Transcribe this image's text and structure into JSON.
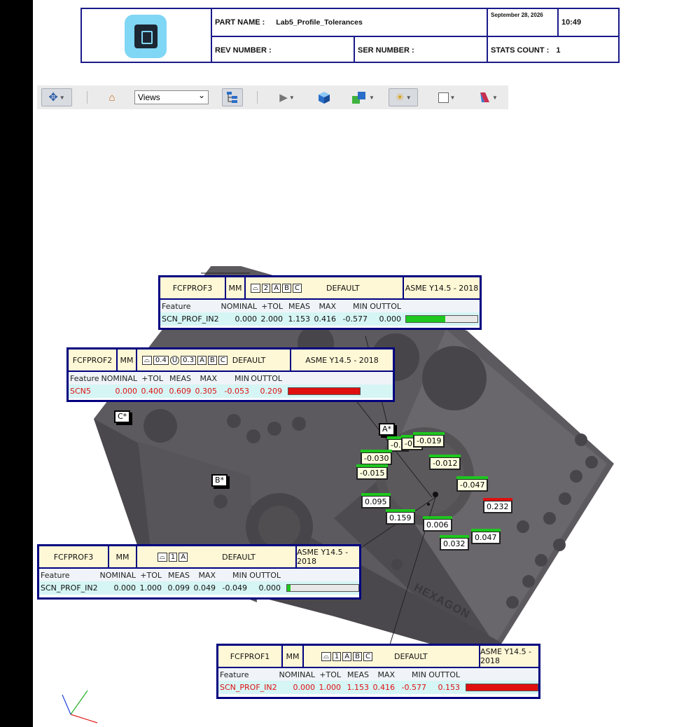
{
  "header": {
    "part_name_label": "PART NAME :",
    "part_name_value": "Lab5_Profile_Tolerances",
    "date": "September 28, 2026",
    "time": "10:49",
    "rev_label": "REV NUMBER :",
    "ser_label": "SER NUMBER :",
    "stats_label": "STATS COUNT :",
    "stats_value": "1",
    "logo_icon": "app-logo-icon",
    "border_color": "#1a1a8a"
  },
  "toolbar": {
    "views_select": "Views",
    "icons": [
      "pan-rotate-icon",
      "home-icon",
      "views-select",
      "tree-view-icon",
      "play-icon",
      "cube-view-icon",
      "multi-cube-icon",
      "light-icon",
      "square-icon",
      "clip-icon"
    ]
  },
  "columns": [
    "Feature",
    "NOMINAL",
    "+TOL",
    "MEAS",
    "MAX",
    "MIN",
    "OUTTOL"
  ],
  "callouts": [
    {
      "id": "fcfprof3-a",
      "name": "FCFPROF3",
      "units": "MM",
      "symbol": "⌓",
      "tol": [
        "2",
        "A",
        "B",
        "C"
      ],
      "mode": "DEFAULT",
      "std": "ASME Y14.5 - 2018",
      "feature": "SCN_PROF_IN2",
      "nominal": "0.000",
      "plus_tol": "2.000",
      "meas": "1.153",
      "max": "0.416",
      "min": "-0.577",
      "outtol": "0.000",
      "status": "pass",
      "bar_fraction": 0.55,
      "bar_color": "#1ec81e"
    },
    {
      "id": "fcfprof2",
      "name": "FCFPROF2",
      "units": "MM",
      "symbol": "⌓",
      "tol": [
        "0.4",
        "U",
        "0.3",
        "A",
        "B",
        "C"
      ],
      "mode": "DEFAULT",
      "std": "ASME Y14.5 - 2018",
      "feature": "SCN5",
      "nominal": "0.000",
      "plus_tol": "0.400",
      "meas": "0.609",
      "max": "0.305",
      "min": "-0.053",
      "outtol": "0.209",
      "status": "fail",
      "bar_fraction": 1.0,
      "bar_color": "#e01010"
    },
    {
      "id": "fcfprof3-b",
      "name": "FCFPROF3",
      "units": "MM",
      "symbol": "⌓",
      "tol": [
        "1",
        "A"
      ],
      "mode": "DEFAULT",
      "std": "ASME Y14.5 - 2018",
      "feature": "SCN_PROF_IN2",
      "nominal": "0.000",
      "plus_tol": "1.000",
      "meas": "0.099",
      "max": "0.049",
      "min": "-0.049",
      "outtol": "0.000",
      "status": "pass",
      "bar_fraction": 0.05,
      "bar_color": "#1ec81e"
    },
    {
      "id": "fcfprof1",
      "name": "FCFPROF1",
      "units": "MM",
      "symbol": "⌓",
      "tol": [
        "1",
        "A",
        "B",
        "C"
      ],
      "mode": "DEFAULT",
      "std": "ASME Y14.5 - 2018",
      "feature": "SCN_PROF_IN2",
      "nominal": "0.000",
      "plus_tol": "1.000",
      "meas": "1.153",
      "max": "0.416",
      "min": "-0.577",
      "outtol": "0.153",
      "status": "fail",
      "bar_fraction": 1.0,
      "bar_color": "#e01010"
    }
  ],
  "datums": [
    "A*",
    "B*",
    "C*"
  ],
  "point_labels": [
    {
      "text": "-0.0",
      "stripe": "#1ec81e",
      "style": "y"
    },
    {
      "text": "-0.0",
      "stripe": "#1ec81e",
      "style": "y"
    },
    {
      "text": "-0.019",
      "stripe": "#1ec81e",
      "style": "y"
    },
    {
      "text": "-0.030",
      "stripe": "#1ec81e",
      "style": "y"
    },
    {
      "text": "-0.012",
      "stripe": "#1ec81e",
      "style": "y"
    },
    {
      "text": "-0.015",
      "stripe": "#1ec81e",
      "style": "y"
    },
    {
      "text": "-0.047",
      "stripe": "#1ec81e",
      "style": "y"
    },
    {
      "text": "0.095",
      "stripe": "#1ec81e",
      "style": "w"
    },
    {
      "text": "0.232",
      "stripe": "#e01010",
      "style": "w"
    },
    {
      "text": "0.159",
      "stripe": "#1ec81e",
      "style": "w"
    },
    {
      "text": "0.006",
      "stripe": "#1ec81e",
      "style": "w"
    },
    {
      "text": "0.047",
      "stripe": "#1ec81e",
      "style": "w"
    },
    {
      "text": "0.032",
      "stripe": "#1ec81e",
      "style": "w"
    }
  ],
  "brand_watermark": "HEXAGON"
}
